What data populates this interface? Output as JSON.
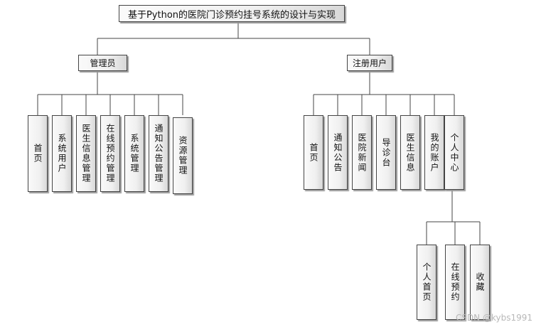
{
  "root": {
    "label": "基于Python的医院门诊预约挂号系统的设计与实现"
  },
  "branches": [
    {
      "id": "admin",
      "label": "管理员",
      "children": [
        "首页",
        "系统用户",
        "医生信息管理",
        "在线预约管理",
        "系统管理",
        "通知公告管理",
        "资源管理"
      ]
    },
    {
      "id": "user",
      "label": "注册用户",
      "children": [
        "首页",
        "通知公告",
        "医院新闻",
        "导诊台",
        "医生信息",
        "我的账户",
        "个人中心"
      ]
    }
  ],
  "sub_branch": {
    "parent": "个人中心",
    "children": [
      "个人首页",
      "在线预约",
      "收藏"
    ]
  },
  "watermark": "CSDN @kybs1991",
  "colors": {
    "line": "#444444",
    "box_border": "#444444",
    "shadow": "#9a9a9a",
    "background": "#ffffff"
  }
}
